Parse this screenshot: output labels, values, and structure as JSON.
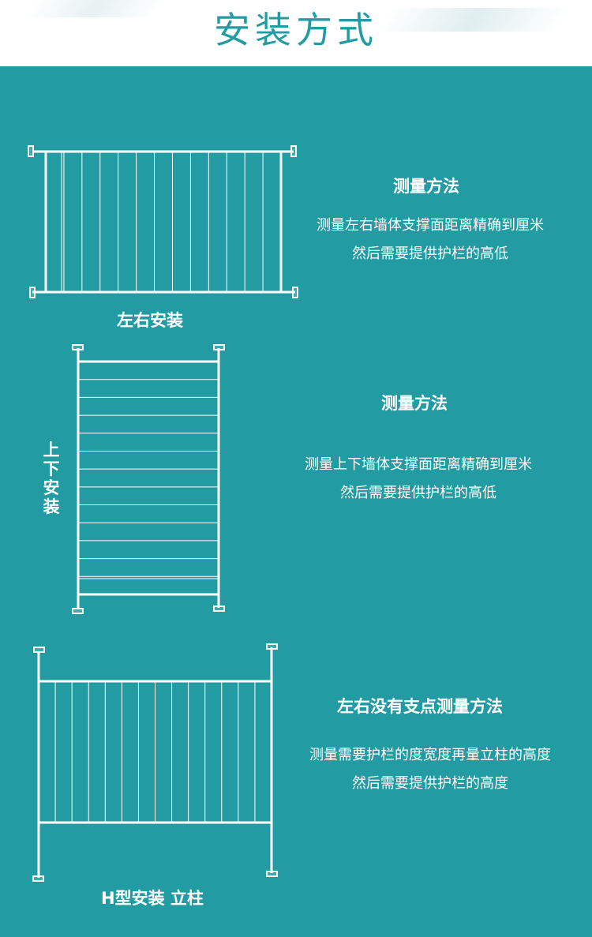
{
  "page": {
    "title": "安装方式"
  },
  "sections": [
    {
      "caption": "左右安装",
      "heading": "测量方法",
      "lines": [
        "测量左右墙体支撑面距离精确到厘米",
        "然后需要提供护栏的高低"
      ]
    },
    {
      "caption": "上下安装",
      "heading": "测量方法",
      "lines": [
        "测量上下墙体支撑面距离精确到厘米",
        "然后需要提供护栏的高低"
      ]
    },
    {
      "caption": "H型安装  立柱",
      "heading": "左右没有支点测量方法",
      "lines": [
        "测量需要护栏的度宽度再量立柱的高度",
        "然后需要提供护栏的高度"
      ]
    }
  ],
  "colors": {
    "background": "#229ca2",
    "header": "#ffffff",
    "title": "#229ca2",
    "line": "#ffffff"
  }
}
